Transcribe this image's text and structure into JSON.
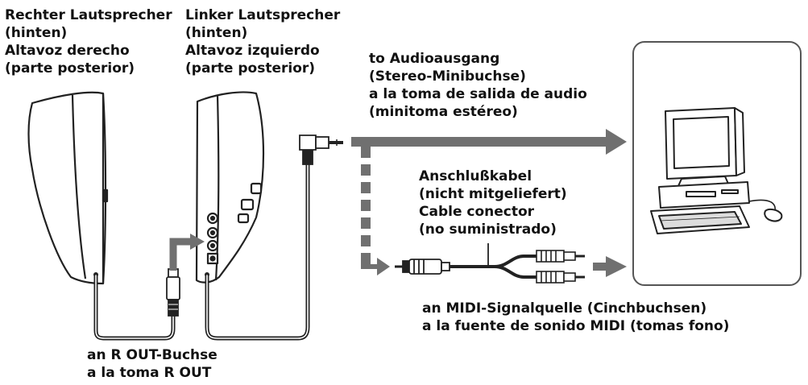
{
  "labels": {
    "right_speaker": [
      "Rechter Lautsprecher",
      "(hinten)",
      "Altavoz derecho",
      "(parte posterior)"
    ],
    "left_speaker": [
      "Linker Lautsprecher",
      "(hinten)",
      "Altavoz izquierdo",
      "(parte posterior)"
    ],
    "audio_output": [
      "to Audioausgang",
      "(Stereo-Minibuchse)",
      "a la toma de salida de audio",
      "(minitoma estéreo)"
    ],
    "connection_cable": [
      "Anschlußkabel",
      "(nicht mitgeliefert)",
      "Cable conector",
      "(no suministrado)"
    ],
    "midi_source": [
      "an MIDI-Signalquelle (Cinchbuchsen)",
      "a la fuente de sonido MIDI (tomas fono)"
    ],
    "r_out_jack": [
      "an R OUT-Buchse",
      "a la toma R OUT"
    ]
  },
  "colors": {
    "ink": "#111111",
    "arrow": "#707070",
    "outline": "#222222",
    "panel_border": "#555555"
  },
  "icons": [
    "speaker-right-icon",
    "speaker-left-icon",
    "stereo-mini-plug-icon",
    "rca-plug-icon",
    "computer-icon"
  ]
}
